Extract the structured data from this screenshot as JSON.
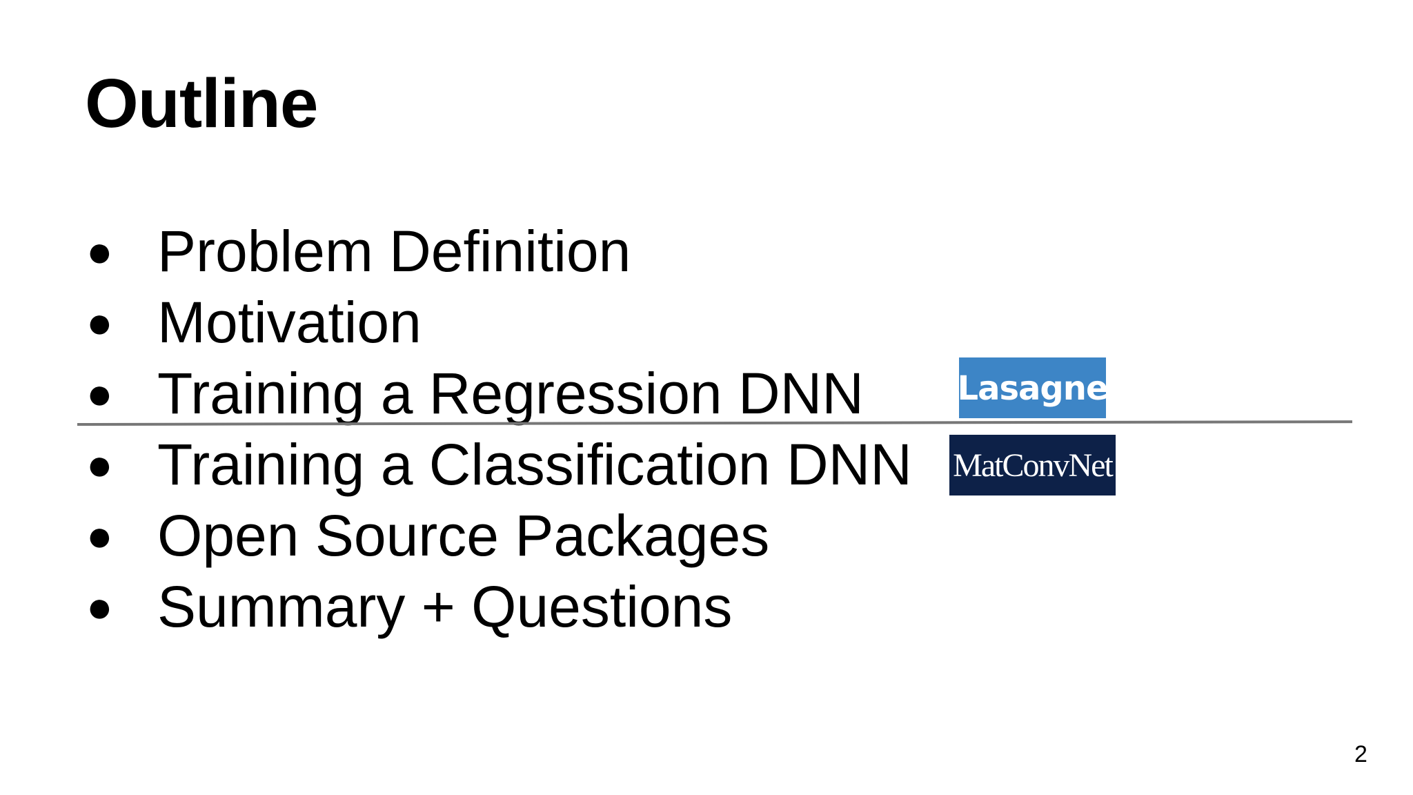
{
  "slide": {
    "title": "Outline",
    "bullet_glyph": "●",
    "bullets": [
      "Problem Definition",
      "Motivation",
      "Training a Regression DNN",
      "Training a Classification DNN",
      "Open Source Packages",
      "Summary + Questions"
    ],
    "logos": {
      "lasagne": "Lasagne",
      "matconvnet": "MatConvNet"
    },
    "page_number": "2"
  },
  "colors": {
    "background": "#ffffff",
    "text": "#000000",
    "divider": "#777777",
    "lasagne_logo_bg": "#3d85c6",
    "matconvnet_logo_bg": "#0d2148"
  }
}
